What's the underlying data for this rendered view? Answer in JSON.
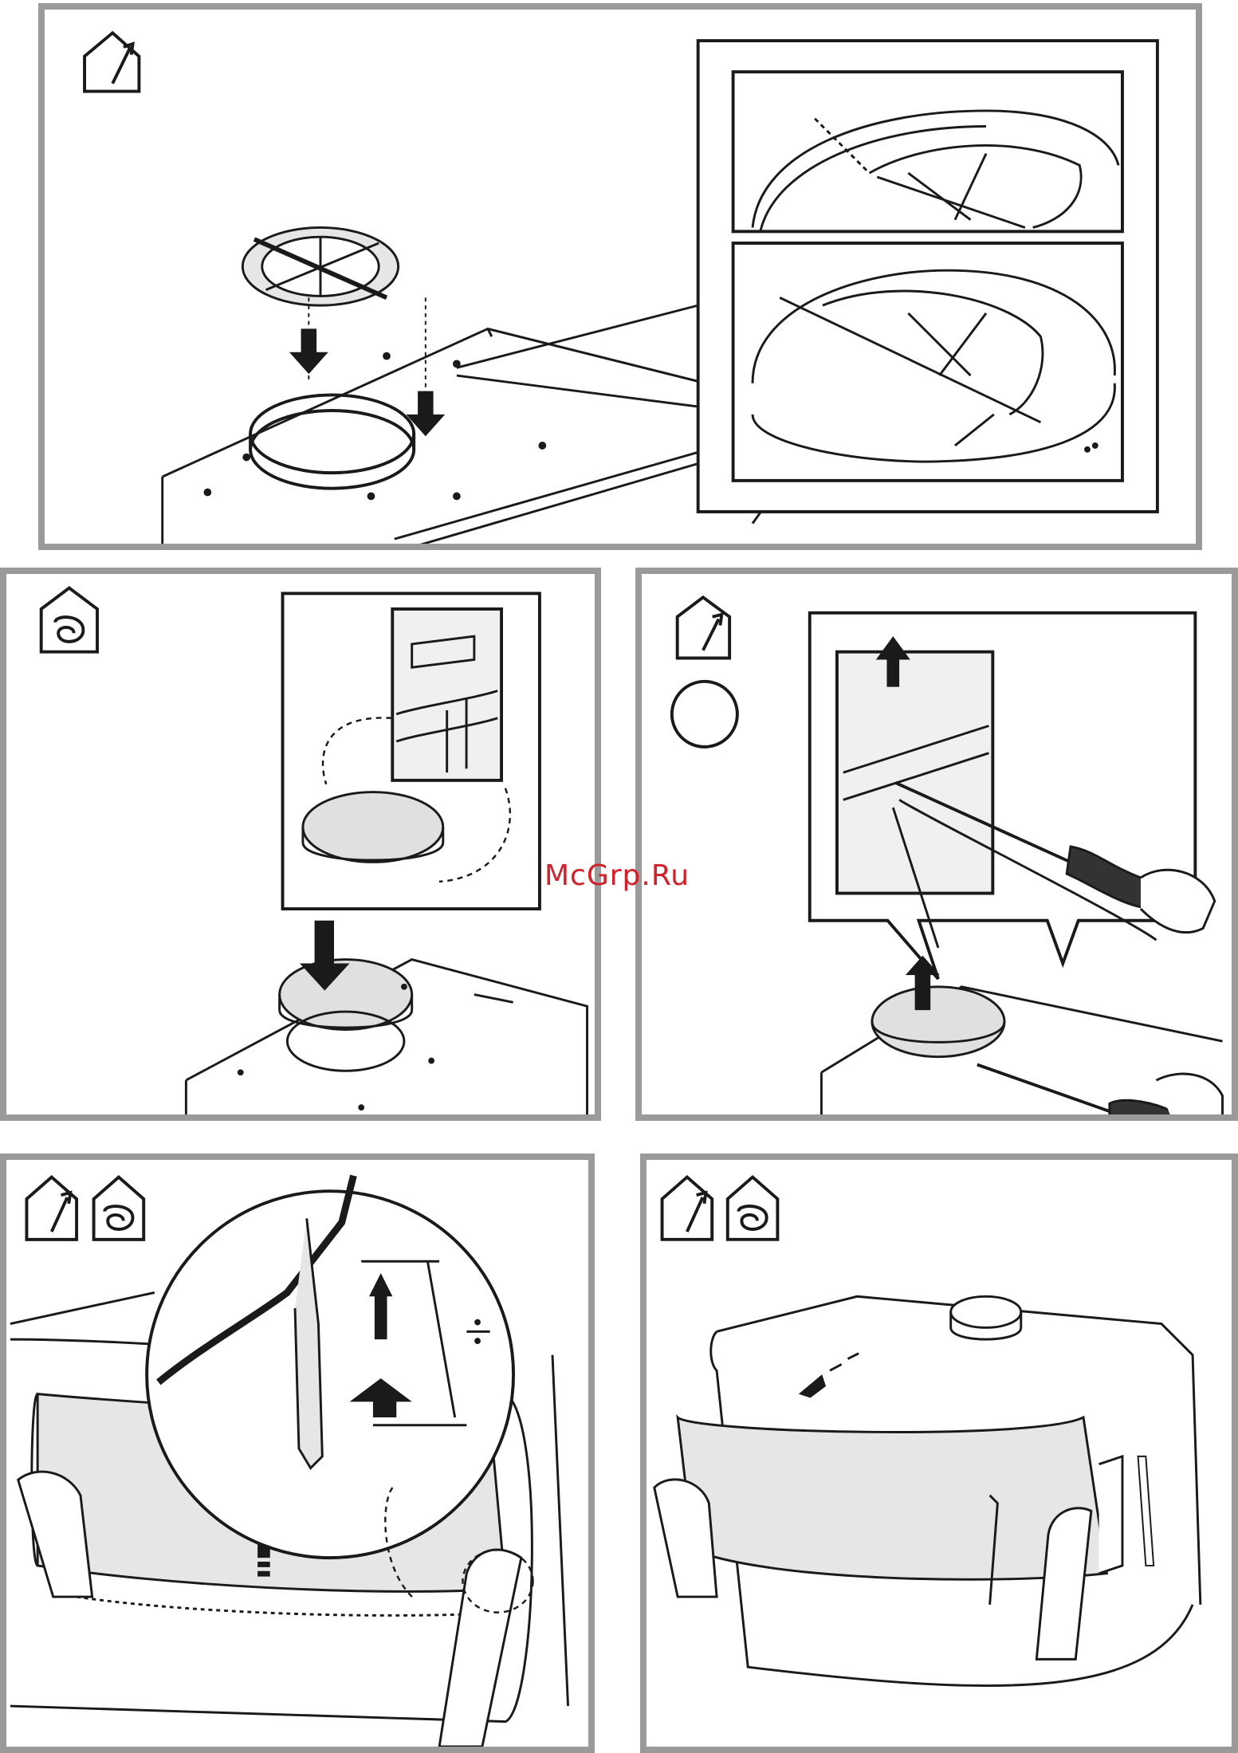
{
  "page": {
    "watermark_text": "McGrp.Ru"
  },
  "panels": [
    {
      "id": "panel-1",
      "icons": [
        "ducted-mode-icon"
      ],
      "step": "install-round-filter-adapter"
    },
    {
      "id": "panel-2",
      "icons": [
        "recirculation-mode-icon"
      ],
      "step": "attach-charcoal-filter"
    },
    {
      "id": "panel-3",
      "icons": [
        "ducted-mode-icon"
      ],
      "step": "remove-filter-with-screwdriver"
    },
    {
      "id": "panel-4",
      "icons": [
        "ducted-mode-icon",
        "recirculation-mode-icon"
      ],
      "step": "fit-front-panel"
    },
    {
      "id": "panel-5",
      "icons": [
        "ducted-mode-icon",
        "recirculation-mode-icon"
      ],
      "step": "slide-front-panel"
    }
  ],
  "colors": {
    "frame": "#9a9a9a",
    "line": "#1a1a1a",
    "panel_fill": "#e6e6e6",
    "watermark": "#d0202a"
  }
}
